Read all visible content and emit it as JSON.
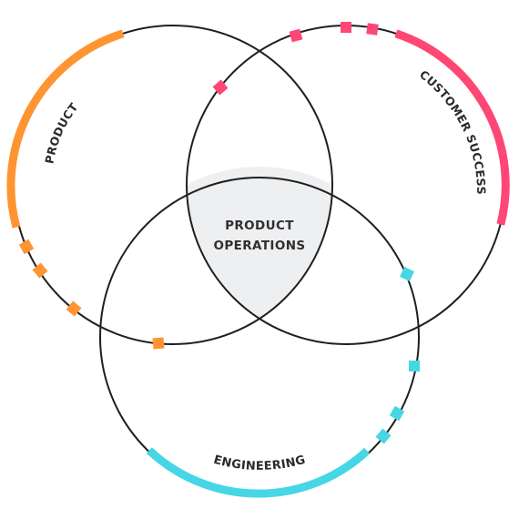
{
  "center": {
    "line1": "PRODUCT",
    "line2": "OPERATIONS"
  },
  "circles": [
    {
      "id": "product",
      "label": "PRODUCT",
      "color": "#ff9433"
    },
    {
      "id": "customer-success",
      "label": "CUSTOMER SUCCESS",
      "color": "#ff4775"
    },
    {
      "id": "engineering",
      "label": "ENGINEERING",
      "color": "#47d6e5"
    }
  ],
  "colors": {
    "outline": "#1f1f1f",
    "intersection_fill": "#eeeff1",
    "text": "#2a2a2a"
  }
}
